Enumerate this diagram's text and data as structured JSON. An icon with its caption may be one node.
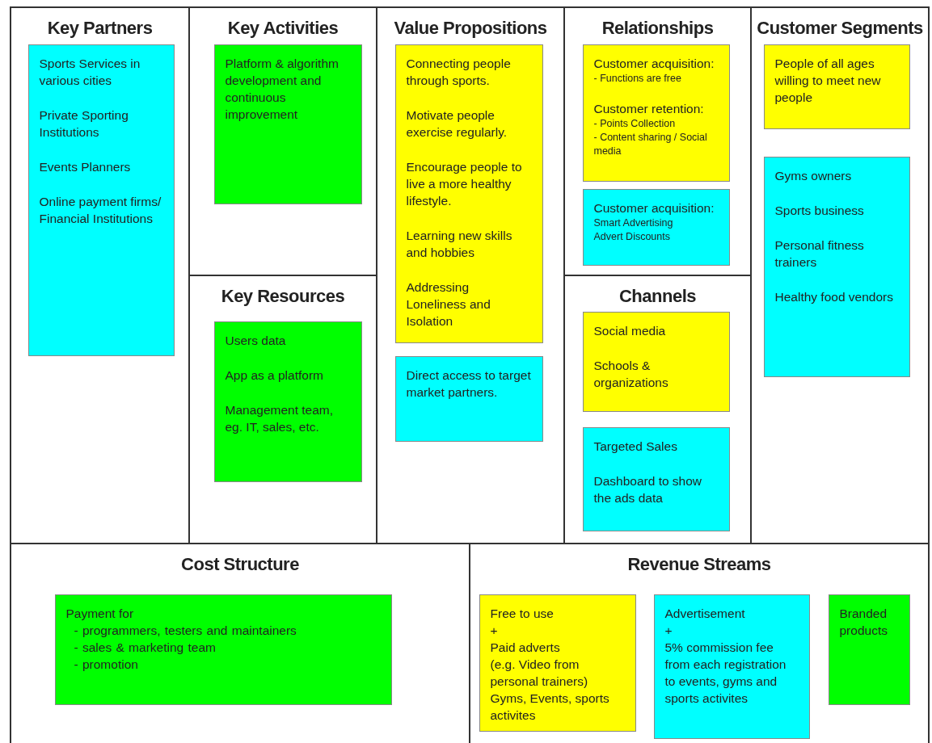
{
  "diagram": {
    "nodes": [
      {
        "text": [
          "Key Partners"
        ]
      },
      {
        "text": [
          "Sports Services in various cities",
          "Private Sporting Institutions",
          "Events Planners",
          "Online payment firms/ Financial Institutions"
        ],
        "in": 0
      },
      {
        "text": [
          "Key Activities"
        ]
      },
      {
        "text": [
          "Platform & algorithm development and continuous improvement"
        ],
        "in": 2
      },
      {
        "text": [
          "Key Resources"
        ]
      },
      {
        "text": [
          "Users data",
          "App as a platform",
          "Management team, eg. IT, sales, etc."
        ],
        "in": 4
      },
      {
        "text": [
          "Value Propositions"
        ]
      },
      {
        "text": [
          "Connecting people through sports.",
          "Motivate people exercise regularly.",
          "Encourage people to live a more healthy lifestyle.",
          "Learning new skills and hobbies",
          "Addressing Loneliness and Isolation"
        ],
        "in": 6
      },
      {
        "text": [
          "Direct access to target market partners."
        ],
        "in": 6
      },
      {
        "text": [
          "Relationships"
        ]
      },
      {
        "text": [
          "Customer acquisition:",
          "- Functions are free",
          "Customer retention:",
          "- Points Collection",
          "- Content sharing / Social media"
        ],
        "in": 9
      },
      {
        "text": [
          "Customer acquisition:",
          "Smart Advertising",
          "Advert Discounts"
        ],
        "in": 9
      },
      {
        "text": [
          "Channels"
        ]
      },
      {
        "text": [
          "Social media",
          "Schools & organizations"
        ],
        "in": 12
      },
      {
        "text": [
          "Targeted Sales",
          "Dashboard to show the ads data"
        ],
        "in": 12
      },
      {
        "text": [
          "Customer Segments"
        ]
      },
      {
        "text": [
          "People of all ages willing to meet new people"
        ],
        "in": 15
      },
      {
        "text": [
          "Gyms owners",
          "Sports business",
          "Personal fitness trainers",
          "Healthy food vendors"
        ],
        "in": 15
      },
      {
        "text": [
          "Cost Structure"
        ]
      },
      {
        "text": [
          "Payment for",
          "- programmers, testers and maintainers",
          "- sales & marketing team",
          "- promotion"
        ],
        "in": 18
      },
      {
        "text": [
          "Revenue Streams"
        ]
      },
      {
        "text": [
          "Free to use",
          "+",
          "Paid adverts",
          "(e.g. Video from personal trainers)",
          "Gyms, Events, sports activites"
        ],
        "in": 20
      },
      {
        "text": [
          "Advertisement",
          "+",
          "5% commission fee from each registration to events, gyms and sports activites"
        ],
        "in": 20
      },
      {
        "text": [
          "Branded products"
        ],
        "in": 20
      }
    ]
  }
}
